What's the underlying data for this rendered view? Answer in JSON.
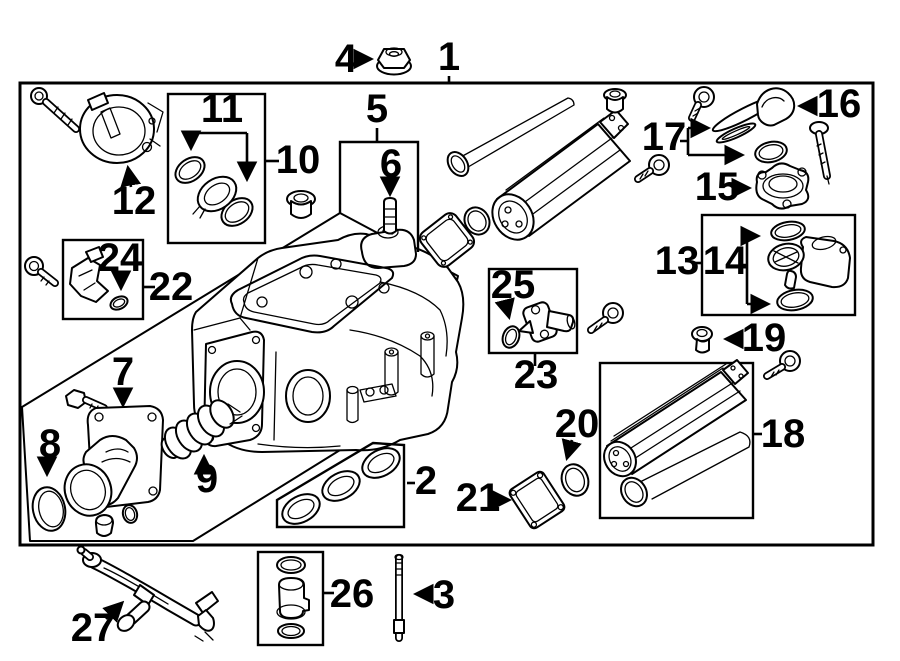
{
  "callouts": {
    "1": "1",
    "2": "2",
    "3": "3",
    "4": "4",
    "5": "5",
    "6": "6",
    "7": "7",
    "8": "8",
    "9": "9",
    "10": "10",
    "11": "11",
    "12": "12",
    "13": "13",
    "14": "14",
    "15": "15",
    "16": "16",
    "17": "17",
    "18": "18",
    "19": "19",
    "20": "20",
    "21": "21",
    "22": "22",
    "23": "23",
    "24": "24",
    "25": "25",
    "26": "26",
    "27": "27"
  },
  "parts": {
    "1": "supercharger-assembly",
    "2": "gasket-set",
    "3": "stud-bolt",
    "4": "flange-nut",
    "5": "valve-kit",
    "6": "check-valve",
    "7": "inlet-housing",
    "8": "cover-cap",
    "9": "intake-bellows",
    "10": "seal-and-clamp-kit",
    "11": "seal-pair",
    "12": "bypass-valve",
    "13": "throttle-body-kit",
    "14": "throttle-body-seals",
    "15": "flange-cap",
    "16": "elbow-duct",
    "17": "seal-kit",
    "18": "intercooler",
    "19": "grommet",
    "20": "o-ring",
    "21": "gasket-plate",
    "22": "sensor-kit",
    "23": "position-sensor",
    "24": "sensor-seal",
    "25": "sensor-o-ring",
    "26": "connector-fitting",
    "27": "coolant-pipe"
  },
  "colors": {
    "line": "#000000",
    "label": "#000000",
    "background": "#ffffff"
  }
}
